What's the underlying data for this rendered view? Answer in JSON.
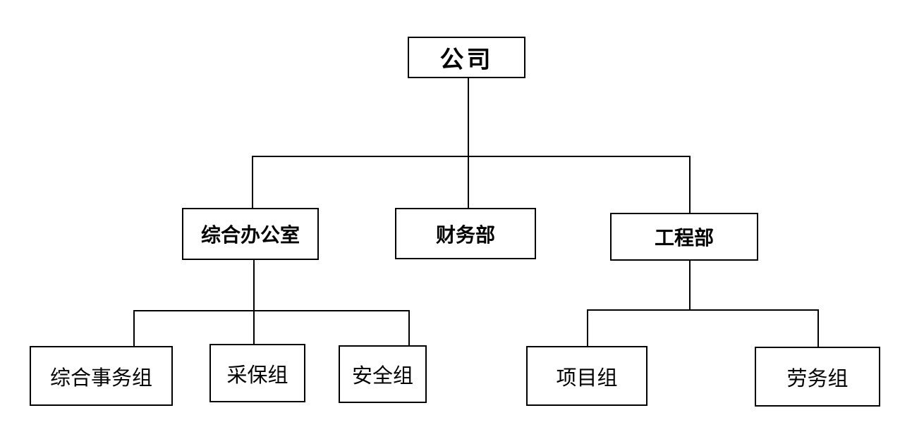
{
  "diagram": {
    "type": "org-chart",
    "background_color": "#ffffff",
    "line_color": "#000000",
    "box_border_color": "#000000",
    "box_fill_color": "#ffffff",
    "text_color": "#000000",
    "nodes": [
      {
        "id": "company",
        "label": "公司",
        "level": 1,
        "parent": null
      },
      {
        "id": "general-office",
        "label": "综合办公室",
        "level": 2,
        "parent": "公司"
      },
      {
        "id": "finance-dept",
        "label": "财务部",
        "level": 2,
        "parent": "公司"
      },
      {
        "id": "engineering-dept",
        "label": "工程部",
        "level": 2,
        "parent": "公司"
      },
      {
        "id": "general-affairs-group",
        "label": "综合事务组",
        "level": 3,
        "parent": "综合办公室"
      },
      {
        "id": "procurement-group",
        "label": "采保组",
        "level": 3,
        "parent": "综合办公室"
      },
      {
        "id": "safety-group",
        "label": "安全组",
        "level": 3,
        "parent": "综合办公室"
      },
      {
        "id": "project-group",
        "label": "项目组",
        "level": 3,
        "parent": "工程部"
      },
      {
        "id": "labor-group",
        "label": "劳务组",
        "level": 3,
        "parent": "工程部"
      }
    ],
    "edges": [
      {
        "from": "公司",
        "to": "综合办公室"
      },
      {
        "from": "公司",
        "to": "财务部"
      },
      {
        "from": "公司",
        "to": "工程部"
      },
      {
        "from": "综合办公室",
        "to": "综合事务组"
      },
      {
        "from": "综合办公室",
        "to": "采保组"
      },
      {
        "from": "综合办公室",
        "to": "安全组"
      },
      {
        "from": "工程部",
        "to": "项目组"
      },
      {
        "from": "工程部",
        "to": "劳务组"
      }
    ]
  }
}
